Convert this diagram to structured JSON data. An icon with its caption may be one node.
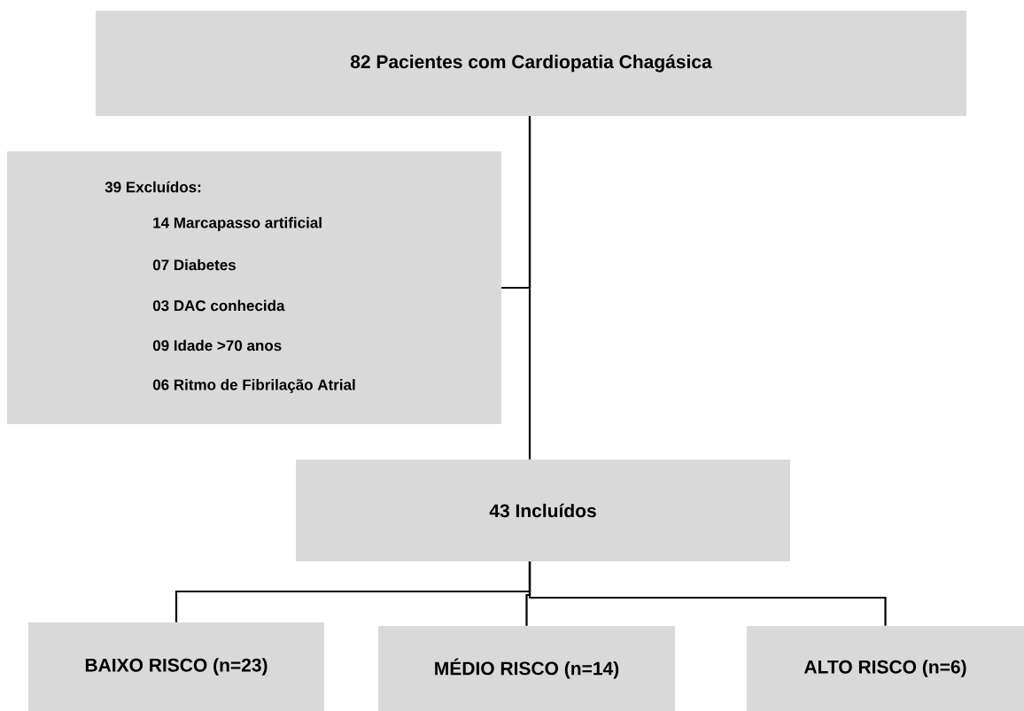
{
  "diagram": {
    "nodes": [
      {
        "text": [
          "82 Pacientes com Cardiopatia Chagásica"
        ]
      },
      {
        "text": [
          "39 Excluídos:",
          "14 Marcapasso artificial",
          "07 Diabetes",
          "03 DAC conhecida",
          "09 Idade >70 anos",
          "06 Ritmo de Fibrilação Atrial"
        ]
      },
      {
        "text": [
          "43 Incluídos"
        ]
      },
      {
        "text": [
          "BAIXO RISCO (n=23)"
        ]
      },
      {
        "text": [
          "MÉDIO RISCO (n=14)"
        ]
      },
      {
        "text": [
          "ALTO RISCO  (n=6)"
        ]
      }
    ],
    "edges": [
      {
        "from": 0,
        "to": 1,
        "arrow": "none"
      },
      {
        "from": 0,
        "to": 2,
        "arrow": "none"
      },
      {
        "from": 2,
        "to": 3,
        "arrow": "none"
      },
      {
        "from": 2,
        "to": 4,
        "arrow": "none"
      },
      {
        "from": 2,
        "to": 5,
        "arrow": "none"
      }
    ]
  }
}
